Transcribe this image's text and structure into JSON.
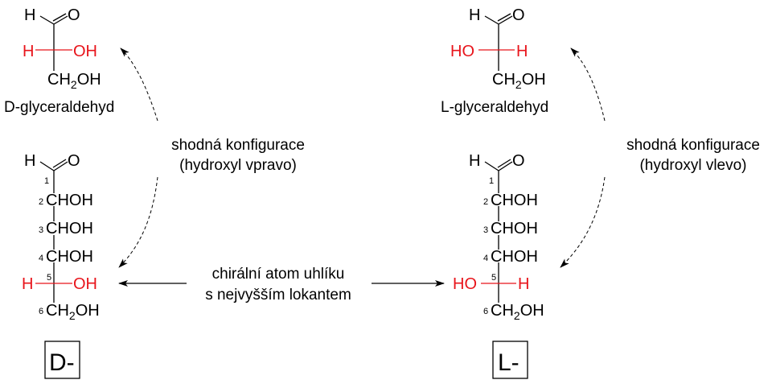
{
  "colors": {
    "highlight": "#e8141b",
    "text": "#000000"
  },
  "d_glyceraldehyde": {
    "h": "H",
    "o": "O",
    "left": "H",
    "right": "OH",
    "bottom": "CH",
    "bottom_sub": "2",
    "bottom_tail": "OH",
    "name": "D-glyceraldehyd"
  },
  "l_glyceraldehyde": {
    "h": "H",
    "o": "O",
    "left": "HO",
    "right": "H",
    "bottom": "CH",
    "bottom_sub": "2",
    "bottom_tail": "OH",
    "name": "L-glyceraldehyd"
  },
  "d_sugar": {
    "h": "H",
    "o": "O",
    "numbers": [
      "1",
      "2",
      "3",
      "4",
      "5",
      "6"
    ],
    "chohs": [
      "CHOH",
      "CHOH",
      "CHOH"
    ],
    "c5_left": "H",
    "c5_right": "OH",
    "c6": "CH",
    "c6_sub": "2",
    "c6_tail": "OH",
    "series": "D-"
  },
  "l_sugar": {
    "h": "H",
    "o": "O",
    "numbers": [
      "1",
      "2",
      "3",
      "4",
      "5",
      "6"
    ],
    "chohs": [
      "CHOH",
      "CHOH",
      "CHOH"
    ],
    "c5_left": "HO",
    "c5_right": "H",
    "c6": "CH",
    "c6_sub": "2",
    "c6_tail": "OH",
    "series": "L-"
  },
  "notes": {
    "left_config": [
      "shodná konfigurace",
      "(hydroxyl vpravo)"
    ],
    "right_config": [
      "shodná konfigurace",
      "(hydroxyl vlevo)"
    ],
    "chiral": [
      "chirální atom uhlíku",
      "s nejvyšším lokantem"
    ]
  }
}
